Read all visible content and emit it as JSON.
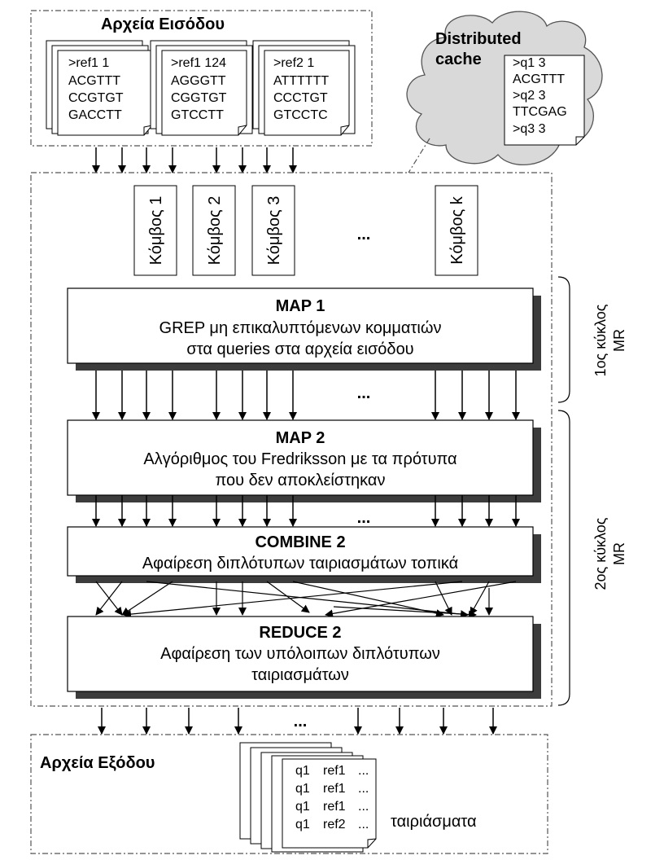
{
  "input_box": {
    "title": "Αρχεία Εισόδου",
    "files": [
      {
        "lines": [
          ">ref1 1",
          "ACGTTT",
          "CCGTGT",
          "GACCTT"
        ]
      },
      {
        "lines": [
          ">ref1 124",
          "AGGGTT",
          "CGGTGT",
          "GTCCTT"
        ]
      },
      {
        "lines": [
          ">ref2 1",
          "ATTTTTT",
          "CCCTGT",
          "GTCCTC"
        ]
      }
    ]
  },
  "cache": {
    "title_line1": "Distributed",
    "title_line2": "cache",
    "lines": [
      ">q1  3",
      "ACGTTT",
      ">q2  3",
      "TTCGAG",
      ">q3  3"
    ]
  },
  "nodes": [
    "Κόμβος 1",
    "Κόμβος 2",
    "Κόμβος 3",
    "Κόμβος k"
  ],
  "ellipsis": "...",
  "stages": {
    "map1": {
      "title": "MAP 1",
      "line1": "GREP μη επικαλυπτόμενων κομματιών",
      "line2": "στα queries στα αρχεία εισόδου"
    },
    "map2": {
      "title": "MAP 2",
      "line1": "Αλγόριθμος του Fredriksson με τα πρότυπα",
      "line2": "που δεν αποκλείστηκαν"
    },
    "combine2": {
      "title": "COMBINE 2",
      "line1": "Αφαίρεση διπλότυπων ταιριασμάτων τοπικά"
    },
    "reduce2": {
      "title": "REDUCE 2",
      "line1": "Αφαίρεση των υπόλοιπων διπλότυπων",
      "line2": "ταιριασμάτων"
    }
  },
  "cycles": {
    "first": {
      "line1": "1ος κύκλος",
      "line2": "MR"
    },
    "second": {
      "line1": "2ος κύκλος",
      "line2": "MR"
    }
  },
  "output_box": {
    "title": "Αρχεία Εξόδου",
    "rows": [
      [
        "q1",
        "ref1",
        "..."
      ],
      [
        "q1",
        "ref1",
        "..."
      ],
      [
        "q1",
        "ref1",
        "..."
      ],
      [
        "q1",
        "ref2",
        "..."
      ]
    ],
    "label": "ταιριάσματα"
  }
}
